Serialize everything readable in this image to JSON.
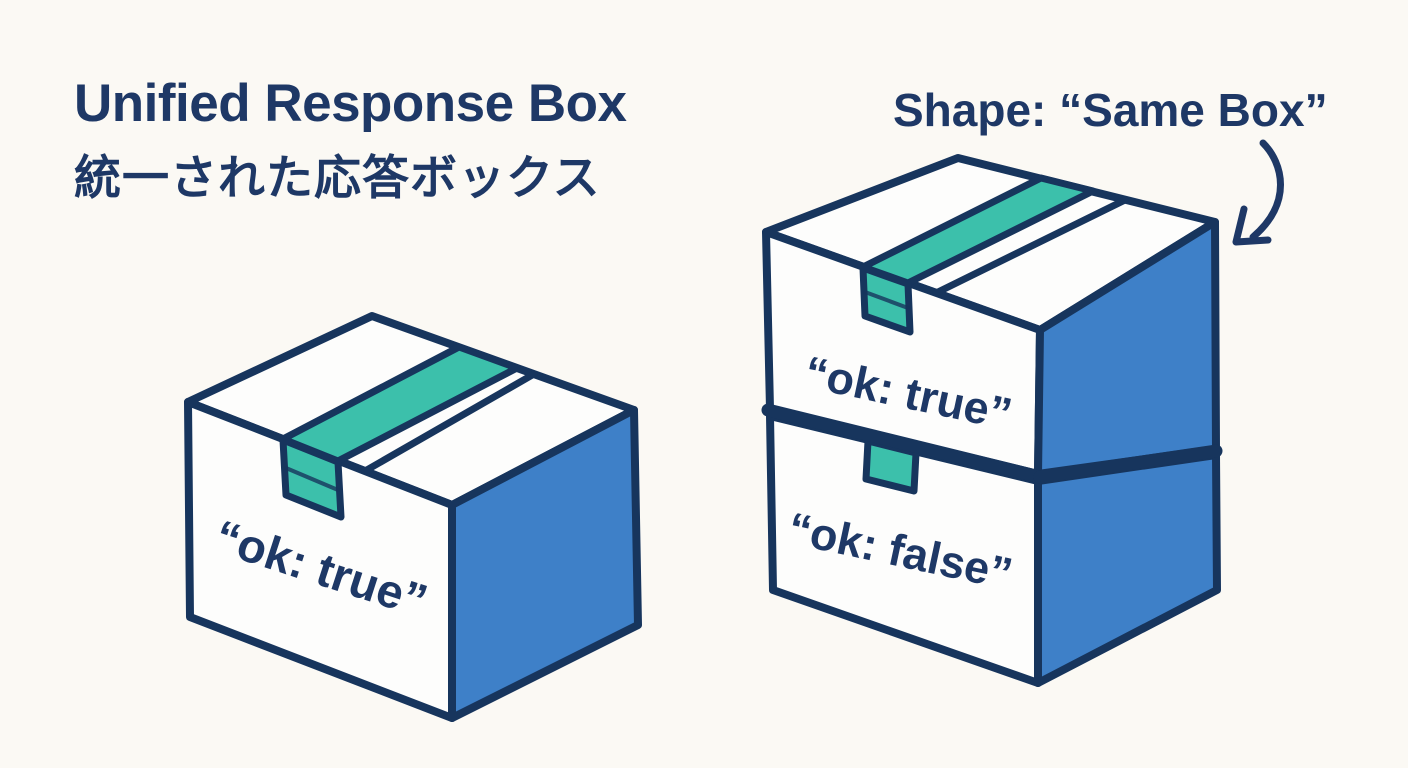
{
  "title": {
    "en": "Unified Response Box",
    "ja": "統一された応答ボックス"
  },
  "annotation": {
    "label": "Shape: “Same Box”"
  },
  "boxes": {
    "single": {
      "label": "“ok: true”"
    },
    "stack_top": {
      "label": "“ok: true”"
    },
    "stack_bottom": {
      "label": "“ok: false”"
    }
  },
  "colors": {
    "background": "#fbf9f4",
    "outline_navy": "#17355d",
    "text_navy": "#1e3866",
    "box_side_blue": "#3e80c8",
    "tape_teal": "#3cc0ab",
    "face_white": "#fdfdfc"
  }
}
